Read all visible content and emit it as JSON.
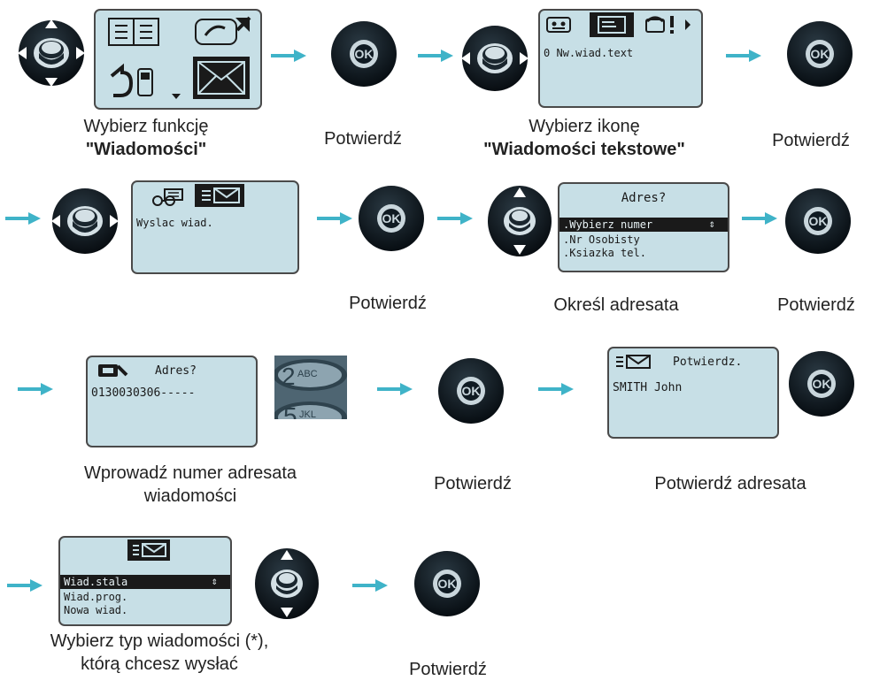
{
  "step1": {
    "caption_line1": "Wybierz funkcję",
    "caption_line2": "\"Wiadomości\""
  },
  "step2": {
    "caption": "Potwierdź"
  },
  "step3": {
    "screen_line": "0 Nw.wiad.text",
    "caption_line1": "Wybierz ikonę",
    "caption_line2": "\"Wiadomości tekstowe\""
  },
  "step4": {
    "caption": "Potwierdź"
  },
  "step5": {
    "screen_line": "Wyslac wiad."
  },
  "step6": {
    "caption": "Potwierdź"
  },
  "step7": {
    "screen_title": "Adres?",
    "options": [
      ".Wybierz numer",
      ".Nr Osobisty",
      ".Ksiazka tel."
    ],
    "caption": "Określ adresata"
  },
  "step8": {
    "caption": "Potwierdź"
  },
  "step9": {
    "screen_title": "Adres?",
    "screen_line": "0130030306-----",
    "key1_digit": "2",
    "key1_letters": "ABC",
    "key2_digit": "5",
    "key2_letters": "JKL",
    "caption_line1": "Wprowadź numer adresata",
    "caption_line2": "wiadomości"
  },
  "step10": {
    "caption": "Potwierdź"
  },
  "step11": {
    "screen_title": "Potwierdz.",
    "screen_line": "SMITH John",
    "caption": "Potwierdź adresata"
  },
  "step12": {
    "options": [
      "Wiad.stala",
      "Wiad.prog.",
      "Nowa wiad."
    ],
    "caption_line1": "Wybierz typ wiadomości (*),",
    "caption_line2": "którą chcesz wysłać"
  },
  "step13": {
    "caption": "Potwierdź"
  },
  "ok_label": "OK",
  "colors": {
    "arrow": "#3fb3c8",
    "screen_bg": "#c7dfe6",
    "button_dark": "#0f1a22",
    "ring": "#c9d6dc"
  }
}
